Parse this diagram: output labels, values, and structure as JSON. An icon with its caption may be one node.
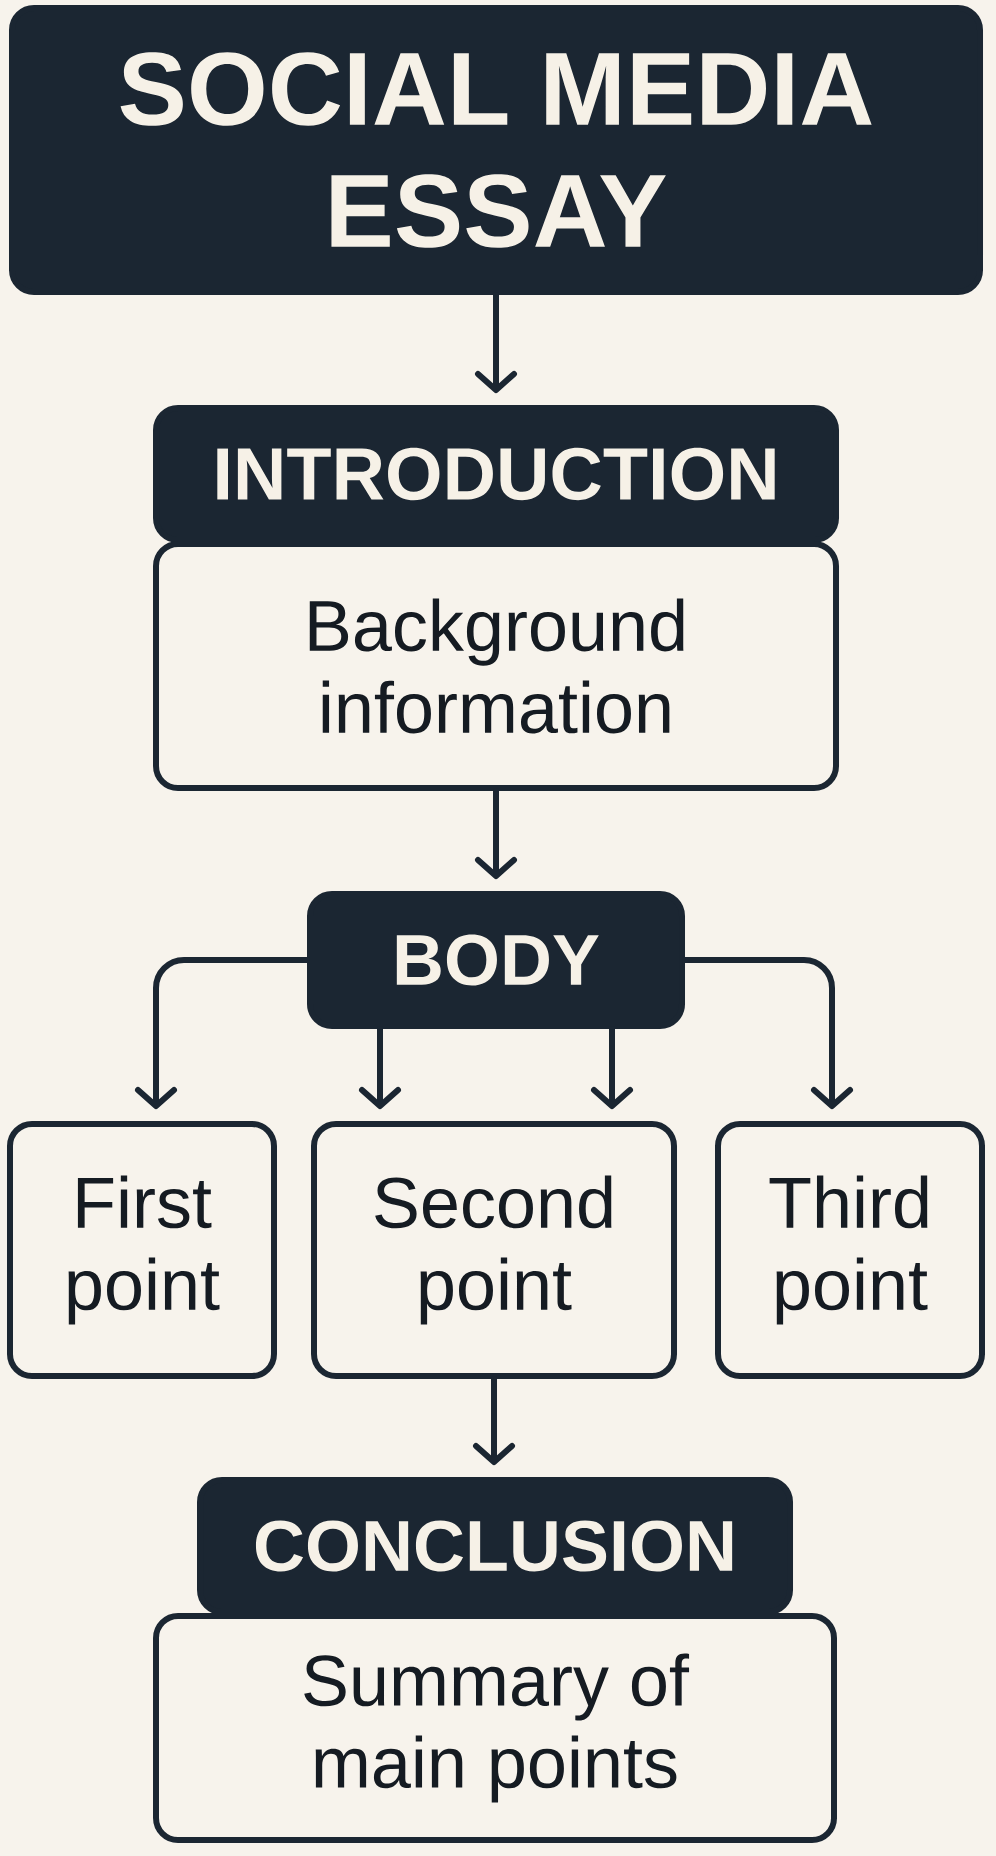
{
  "diagram": {
    "nodes": [
      {
        "text": [
          "SOCIAL MEDIA ESSAY"
        ]
      },
      {
        "text": [
          "INTRODUCTION"
        ]
      },
      {
        "text": [
          "Background information"
        ]
      },
      {
        "text": [
          "BODY"
        ]
      },
      {
        "text": [
          "First point"
        ]
      },
      {
        "text": [
          "Second point"
        ]
      },
      {
        "text": [
          "Third point"
        ]
      },
      {
        "text": [
          "CONCLUSION"
        ]
      },
      {
        "text": [
          "Summary of main points"
        ]
      }
    ],
    "edges": [
      {
        "from": 0,
        "to": 1,
        "arrow": "to"
      },
      {
        "from": 2,
        "to": 3,
        "arrow": "to"
      },
      {
        "from": 3,
        "to": 4,
        "arrow": "to"
      },
      {
        "from": 3,
        "to": 5,
        "arrow": "to"
      },
      {
        "from": 3,
        "to": 5,
        "arrow": "to"
      },
      {
        "from": 3,
        "to": 6,
        "arrow": "to"
      },
      {
        "from": 5,
        "to": 7,
        "arrow": "to"
      }
    ]
  }
}
